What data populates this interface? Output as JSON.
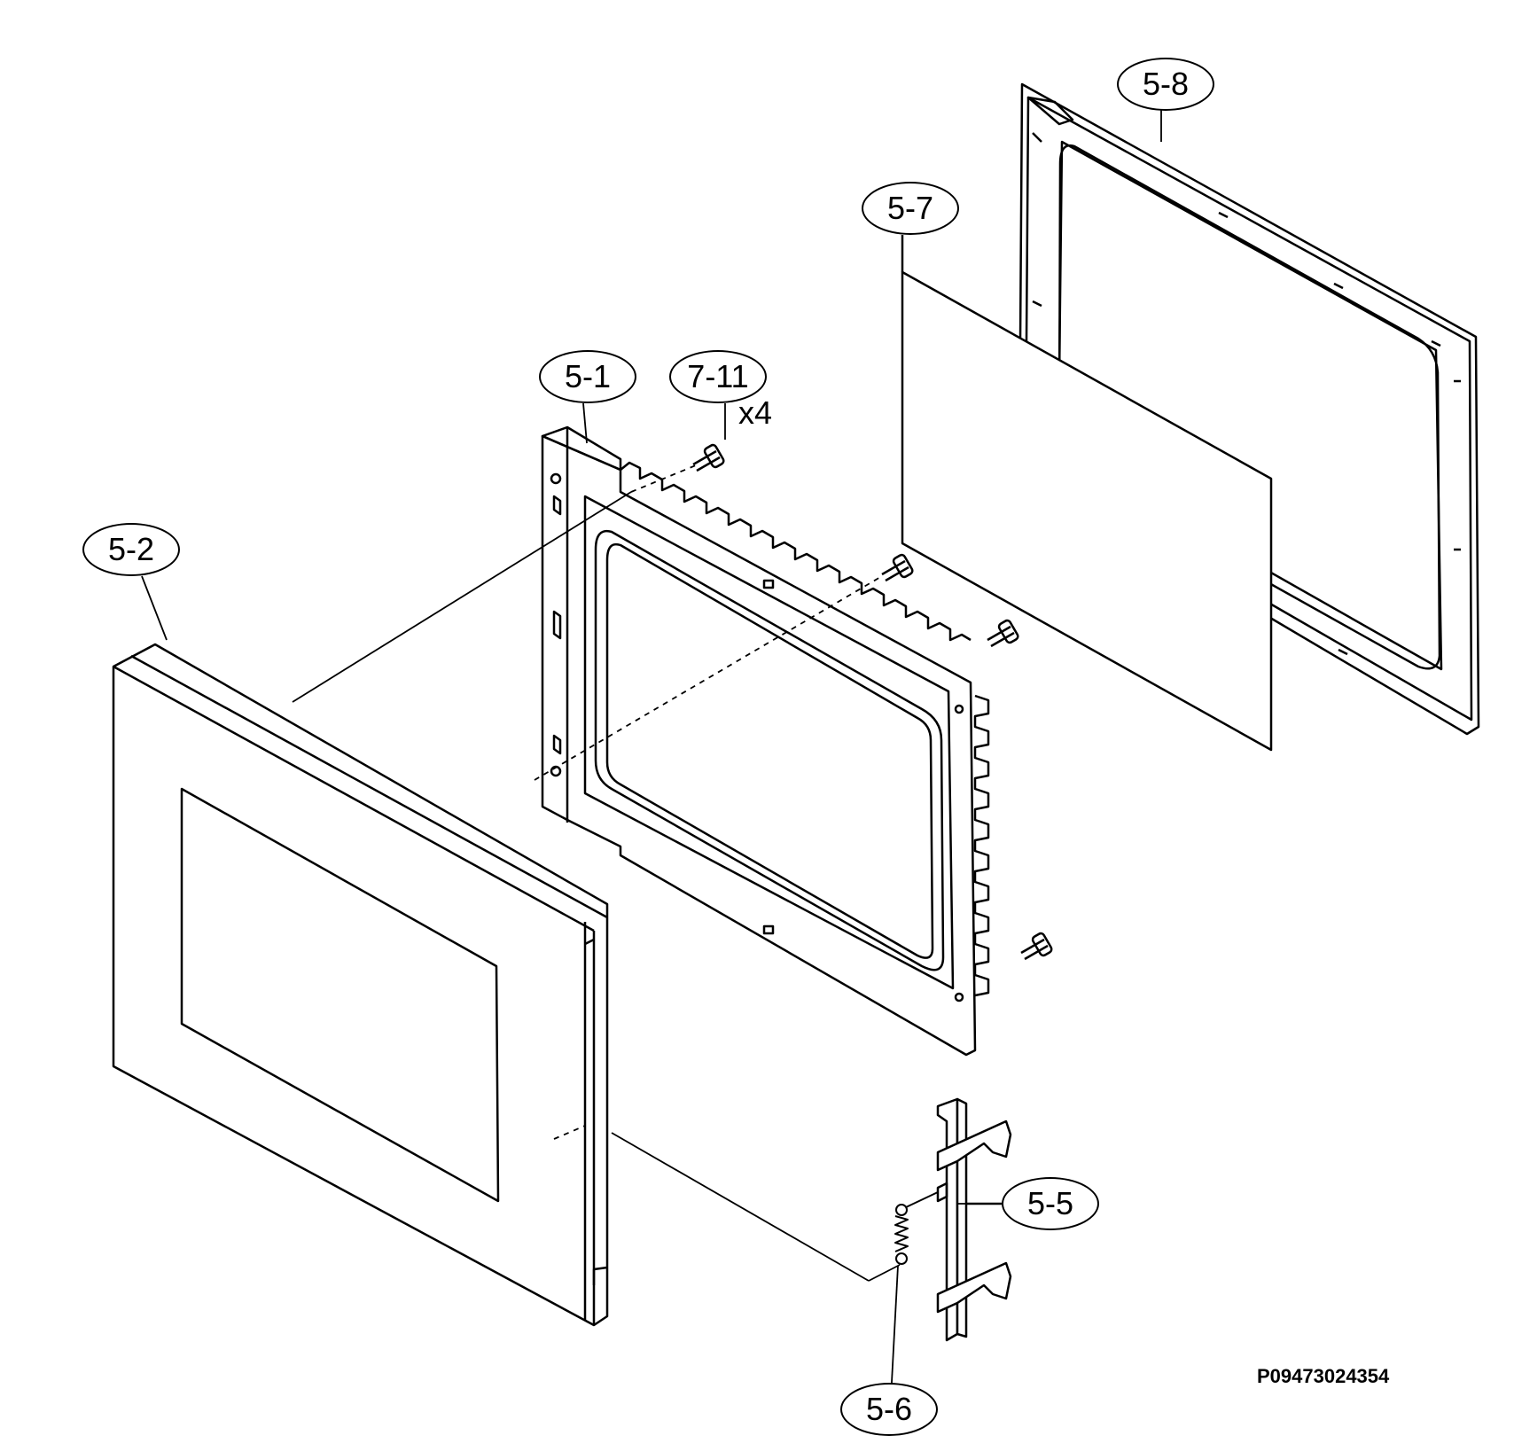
{
  "callouts": {
    "door_frame": "5-1",
    "door_panel": "5-2",
    "latch": "5-5",
    "spring": "5-6",
    "glass": "5-7",
    "choke_cover": "5-8",
    "screw": "7-11"
  },
  "screw_qty": "x4",
  "drawing_code": "P09473024354",
  "line_color": "#000000"
}
